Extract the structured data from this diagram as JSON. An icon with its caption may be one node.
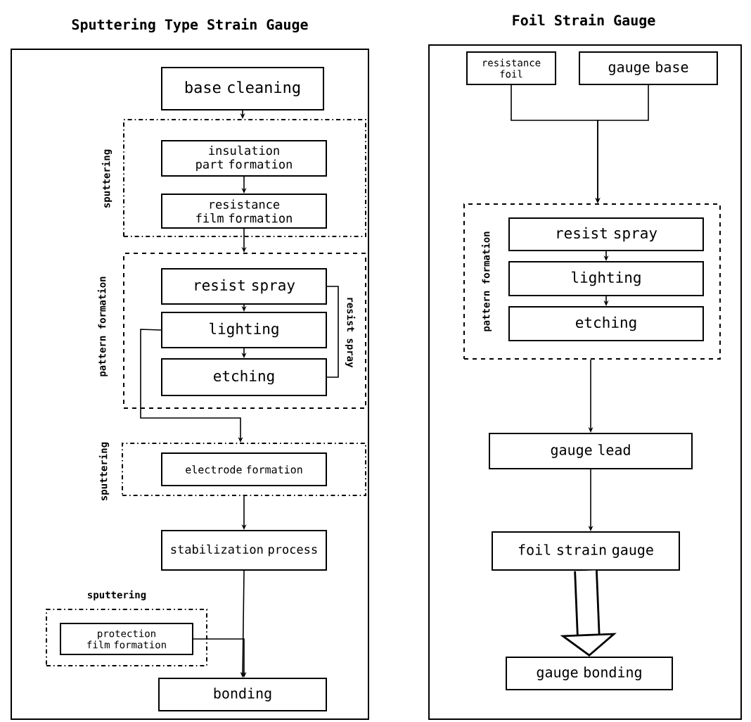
{
  "diagram": {
    "nodes": [
      {
        "text": [
          "Sputtering Type Strain Gauge"
        ]
      },
      {
        "text": [
          "base cleaning"
        ],
        "in": 0
      },
      {
        "text": [
          "sputtering"
        ],
        "in": 0
      },
      {
        "text": [
          "insulation part formation"
        ],
        "in": 2
      },
      {
        "text": [
          "resistance film formation"
        ],
        "in": 2
      },
      {
        "text": [
          "pattern formation"
        ],
        "in": 0
      },
      {
        "text": [
          "resist spray"
        ],
        "in": 5
      },
      {
        "text": [
          "lighting"
        ],
        "in": 5
      },
      {
        "text": [
          "etching"
        ],
        "in": 5
      },
      {
        "text": [
          "sputtering"
        ],
        "in": 0
      },
      {
        "text": [
          "electrode formation"
        ],
        "in": 9
      },
      {
        "text": [
          "stabilization process"
        ],
        "in": 0
      },
      {
        "text": [
          "sputtering"
        ],
        "in": 0
      },
      {
        "text": [
          "protection film formation"
        ],
        "in": 12
      },
      {
        "text": [
          "bonding"
        ],
        "in": 0
      },
      {
        "text": [
          "Foil Strain Gauge"
        ]
      },
      {
        "text": [
          "resistance foil"
        ],
        "in": 15
      },
      {
        "text": [
          "gauge base"
        ],
        "in": 15
      },
      {
        "text": [
          "pattern formation"
        ],
        "in": 15
      },
      {
        "text": [
          "resist spray"
        ],
        "in": 18
      },
      {
        "text": [
          "lighting"
        ],
        "in": 18
      },
      {
        "text": [
          "etching"
        ],
        "in": 18
      },
      {
        "text": [
          "gauge lead"
        ],
        "in": 15
      },
      {
        "text": [
          "foil strain gauge"
        ],
        "in": 15
      },
      {
        "text": [
          "gauge bonding"
        ],
        "in": 15
      }
    ],
    "edges": [
      {
        "from": 1,
        "to": 2,
        "arrow": "to"
      },
      {
        "from": 3,
        "to": 4,
        "arrow": "to"
      },
      {
        "from": 4,
        "to": 5,
        "arrow": "to"
      },
      {
        "from": 6,
        "to": 7,
        "arrow": "to"
      },
      {
        "from": 7,
        "to": 8,
        "arrow": "to"
      },
      {
        "from": 6,
        "to": 8,
        "arrow": "none",
        "label": "resist spray"
      },
      {
        "from": 7,
        "to": 9,
        "arrow": "to"
      },
      {
        "from": 9,
        "to": 11,
        "arrow": "to"
      },
      {
        "from": 11,
        "to": 14,
        "arrow": "to"
      },
      {
        "from": 13,
        "to": 14,
        "arrow": "to"
      },
      {
        "from": 16,
        "to": 18,
        "arrow": "to"
      },
      {
        "from": 17,
        "to": 18,
        "arrow": "to"
      },
      {
        "from": 19,
        "to": 20,
        "arrow": "to"
      },
      {
        "from": 20,
        "to": 21,
        "arrow": "to"
      },
      {
        "from": 18,
        "to": 22,
        "arrow": "to"
      },
      {
        "from": 22,
        "to": 23,
        "arrow": "to"
      },
      {
        "from": 23,
        "to": 24,
        "arrow": "to",
        "style": "thick"
      }
    ]
  }
}
